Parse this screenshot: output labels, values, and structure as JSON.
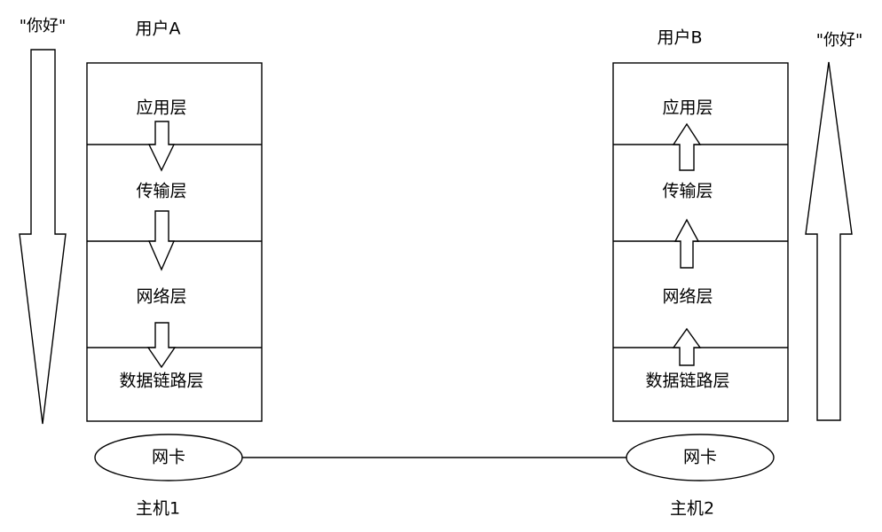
{
  "diagram": {
    "title_left": "用户A",
    "title_right": "用户B",
    "message_left": "\"你好\"",
    "message_right": "\"你好\"",
    "host_left": "主机1",
    "host_right": "主机2",
    "nic_left": "网卡",
    "nic_right": "网卡",
    "stroke_color": "#000000",
    "background_color": "#ffffff",
    "layers": [
      {
        "label": "应用层"
      },
      {
        "label": "传输层"
      },
      {
        "label": "网络层"
      },
      {
        "label": "数据链路层"
      }
    ],
    "left_stack": {
      "direction": "down",
      "layers": [
        "应用层",
        "传输层",
        "网络层",
        "数据链路层"
      ]
    },
    "right_stack": {
      "direction": "up",
      "layers": [
        "应用层",
        "传输层",
        "网络层",
        "数据链路层"
      ]
    },
    "connection": {
      "label": "",
      "from": "网卡",
      "to": "网卡"
    }
  }
}
